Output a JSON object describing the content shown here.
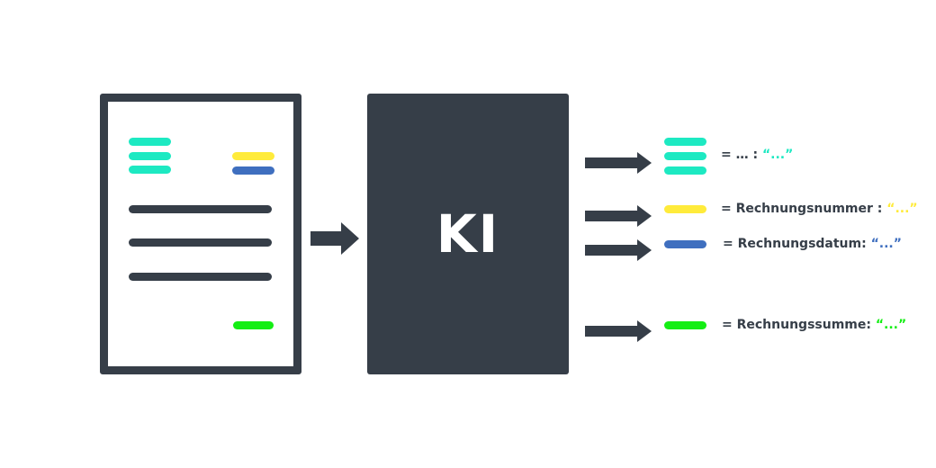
{
  "colors": {
    "dark": "#363e48",
    "teal": "#1de9c2",
    "yellow": "#ffeb3b",
    "blue": "#3f6fbf",
    "green": "#14ee14"
  },
  "processor": {
    "title": "KI"
  },
  "outputs": [
    {
      "label": "= … : ",
      "value": "“...”",
      "color_key": "teal"
    },
    {
      "label": "= Rechnungsnummer : ",
      "value": "“...”",
      "color_key": "yellow"
    },
    {
      "label": "= Rechnungsdatum: ",
      "value": "“...”",
      "color_key": "blue"
    },
    {
      "label": "= Rechnungssumme: ",
      "value": "“...”",
      "color_key": "green"
    }
  ]
}
